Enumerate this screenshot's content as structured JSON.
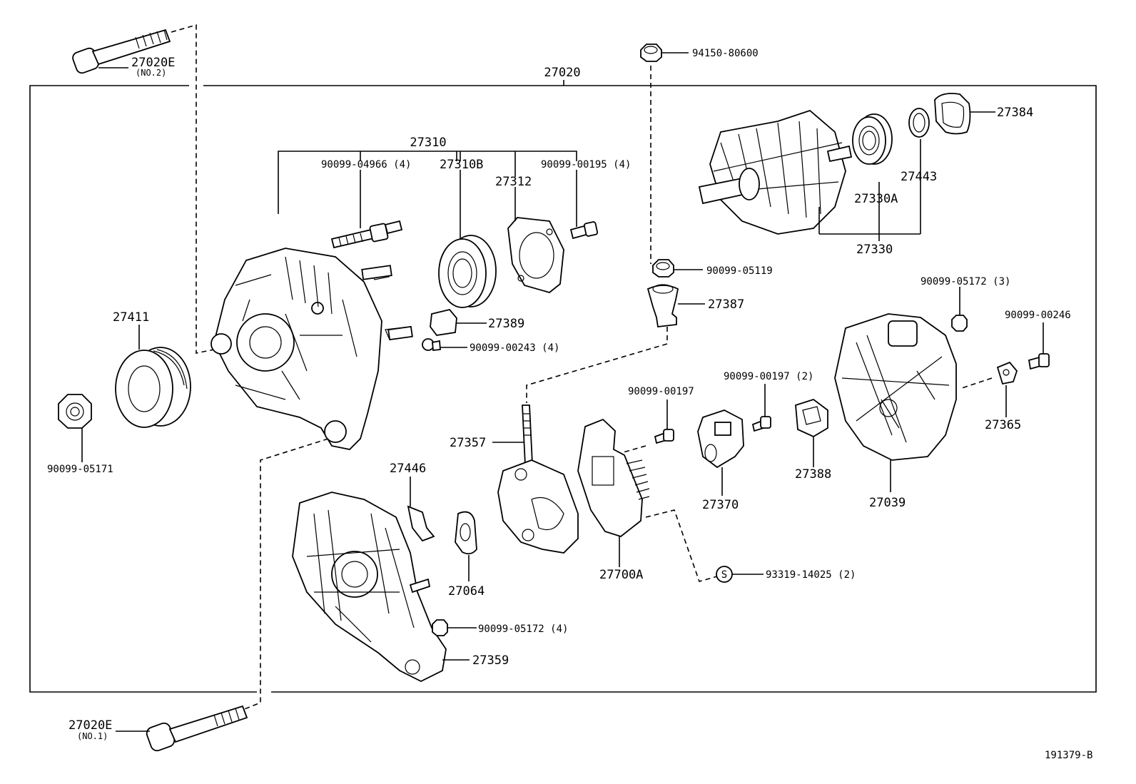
{
  "assembly": {
    "main": "27020",
    "diagram_id": "191379-B"
  },
  "labels": {
    "bolt_no2": "27020E",
    "bolt_no2_sub": "(NO.2)",
    "bolt_no1": "27020E",
    "bolt_no1_sub": "(NO.1)",
    "nut_top": "94150-80600",
    "frame_assy": "27310",
    "stud_bolt": "90099-04966 (4)",
    "bearing": "27310B",
    "retainer": "27312",
    "screw_retainer": "90099-00195 (4)",
    "rotor": "27330",
    "rotor_bearing": "27330A",
    "ring": "27443",
    "cover": "27384",
    "pulley": "27411",
    "pulley_nut": "90099-05171",
    "insulator": "27389",
    "screw_insulator": "90099-00243 (4)",
    "nut_terminal": "90099-05119",
    "terminal_insulator": "27387",
    "nut_rear": "90099-05172 (3)",
    "screw_rear": "90099-00246",
    "rear_cover": "27039",
    "plate": "27365",
    "screw_regulator": "90099-00197",
    "screw_brush": "90099-00197 (2)",
    "brush_holder": "27370",
    "holder_cover": "27388",
    "rectifier_bolt": "27357",
    "regulator": "27700A",
    "s_mark": "S",
    "regulator_screw": "93319-14025 (2)",
    "gasket": "27446",
    "insulator_washer": "27064",
    "nut_drive": "90099-05172 (4)",
    "rear_frame": "27359"
  }
}
